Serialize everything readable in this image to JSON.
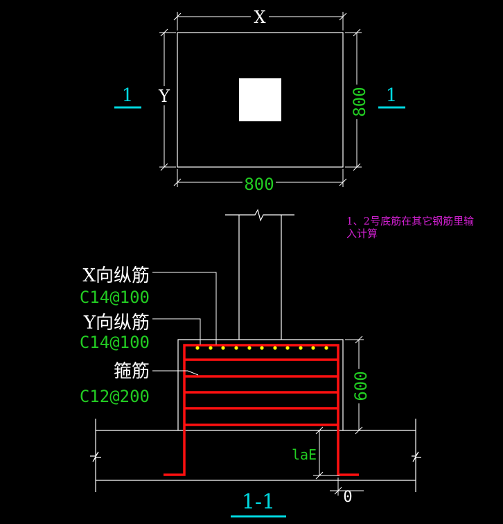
{
  "plan": {
    "x_label": "X",
    "y_label": "Y",
    "dim_bottom": "800",
    "dim_right": "800",
    "section_mark_left": "1",
    "section_mark_right": "1"
  },
  "note": {
    "line1": "1、2号底筋在其它钢筋里输",
    "line2": "入计算"
  },
  "rebars": {
    "x_label": "X向纵筋",
    "x_spec": "C14@100",
    "y_label": "Y向纵筋",
    "y_spec": "C14@100",
    "stirrup_label": "箍筋",
    "stirrup_spec": "C12@200"
  },
  "section": {
    "height_dim": "600",
    "lae_label": "laE",
    "zero_label": "0",
    "title": "1-1"
  },
  "colors": {
    "line": "#ffffff",
    "dimension_text": "#22cc22",
    "section_mark": "#00d8e0",
    "rebar": "#ff1010",
    "dots": "#ffff00",
    "note": "#d020d0"
  }
}
